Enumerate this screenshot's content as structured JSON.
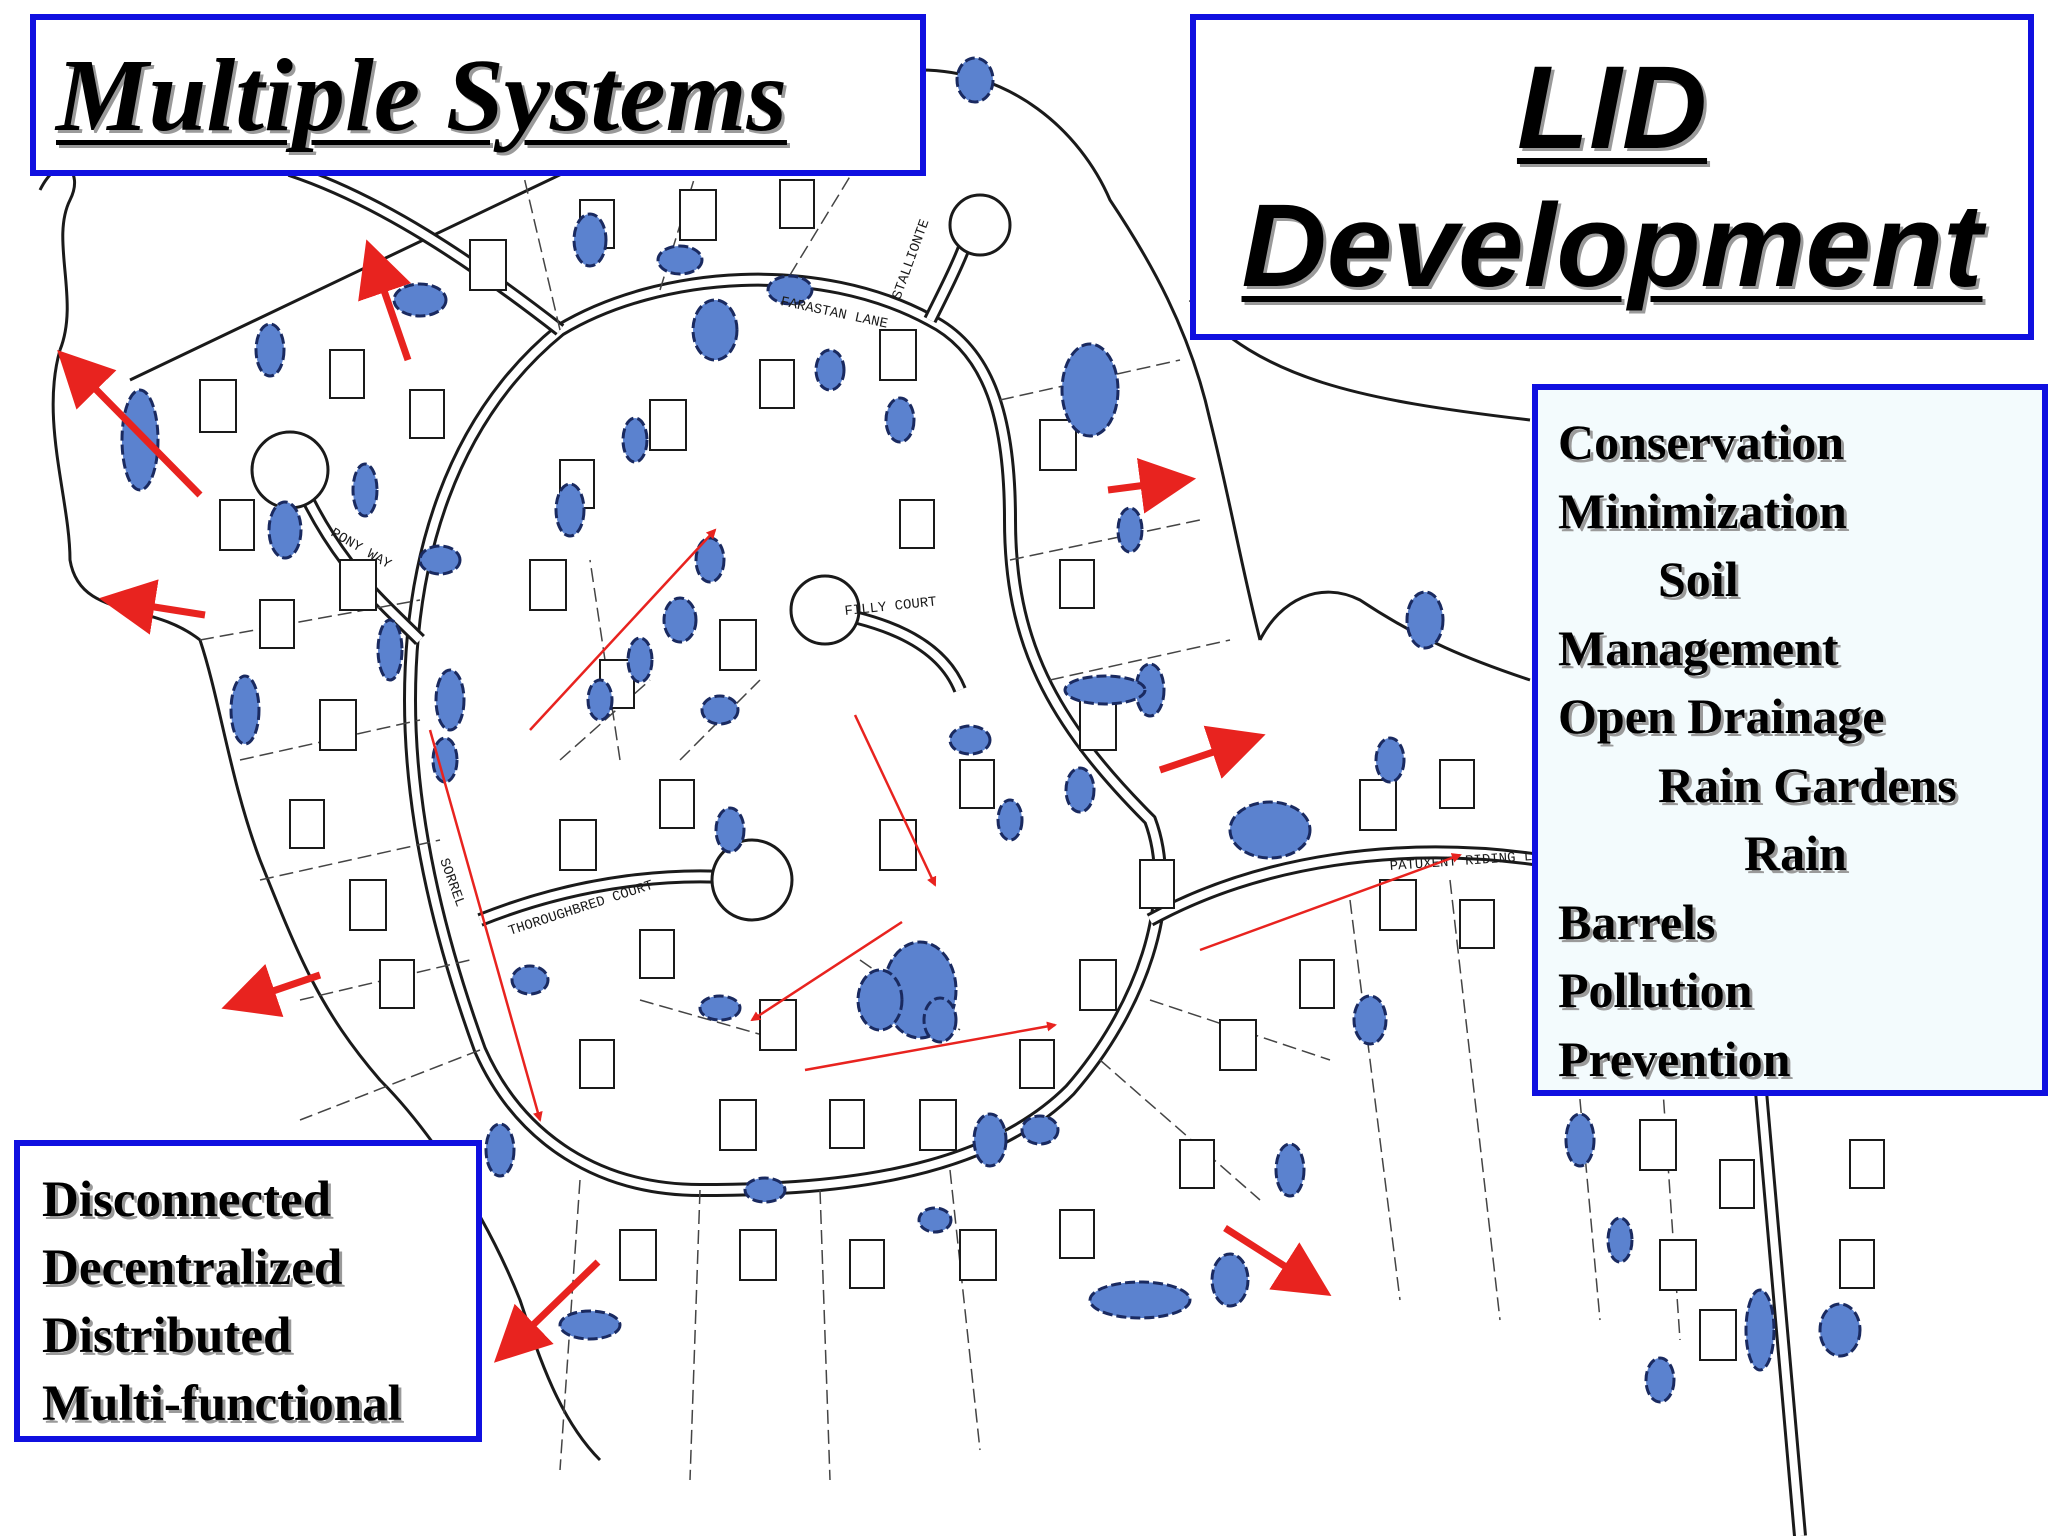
{
  "title_left": "Multiple Systems",
  "title_right": [
    "LID",
    "Development"
  ],
  "practices": [
    {
      "text": "Conservation",
      "indent": 0
    },
    {
      "text": "Minimization",
      "indent": 0
    },
    {
      "text": "Soil",
      "indent": 1
    },
    {
      "text": "Management",
      "indent": 0
    },
    {
      "text": "Open Drainage",
      "indent": 0
    },
    {
      "text": "Rain Gardens",
      "indent": 1
    },
    {
      "text": "Rain",
      "indent": 2
    },
    {
      "text": "Barrels",
      "indent": 0
    },
    {
      "text": "Pollution",
      "indent": 0
    },
    {
      "text": "Prevention",
      "indent": 0
    }
  ],
  "principles": [
    "Disconnected",
    "Decentralized",
    "Distributed",
    "Multi-functional"
  ],
  "street_names": [
    "FARASTAN LANE",
    "STALLIONTE",
    "PONY WAY",
    "FILLY COURT",
    "THOROUGHBRED COURT",
    "PATUXENT RIDING LANE",
    "SORREL"
  ],
  "colors": {
    "box_border": "#1010e0",
    "rain_garden_fill": "#5b82cf",
    "flow_arrow": "#e8231f",
    "linework": "#1a1a1a"
  }
}
